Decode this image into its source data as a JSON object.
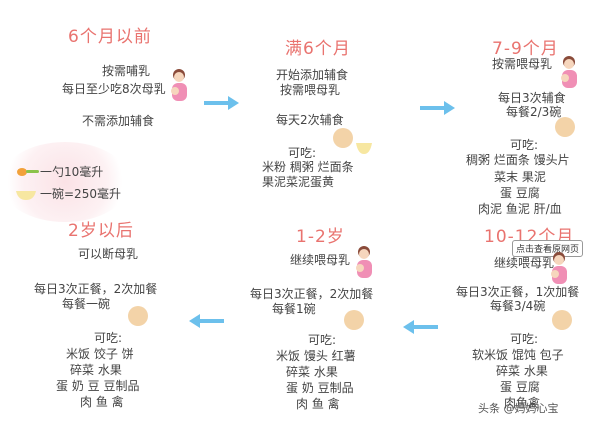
{
  "stages": [
    {
      "title": "6个月以前",
      "lines": [
        "按需哺乳",
        "每日至少吃8次母乳",
        "不需添加辅食"
      ]
    },
    {
      "title": "满6个月",
      "lines": [
        "开始添加辅食",
        "按需喂母乳",
        "每天2次辅食",
        "可吃:",
        "米粉 稠粥 烂面条",
        "果泥菜泥蛋黄"
      ]
    },
    {
      "title": "7-9个月",
      "lines": [
        "按需喂母乳",
        "每日3次辅食",
        "每餐2/3碗",
        "可吃:",
        "稠粥 烂面条 馒头片",
        "菜末 果泥",
        "蛋 豆腐",
        "肉泥 鱼泥 肝/血"
      ]
    },
    {
      "title": "10-12个月",
      "lines": [
        "继续喂母乳",
        "每日3次正餐，1次加餐",
        "每餐3/4碗",
        "可吃:",
        "软米饭 馄饨 包子",
        "碎菜 水果",
        "蛋 豆腐",
        "肉鱼禽"
      ]
    },
    {
      "title": "1-2岁",
      "lines": [
        "继续喂母乳",
        "每日3次正餐，2次加餐",
        "每餐1碗",
        "可吃:",
        "米饭 馒头 红薯",
        "碎菜 水果",
        "蛋 奶 豆制品",
        "肉 鱼 禽"
      ]
    },
    {
      "title": "2岁以后",
      "lines": [
        "可以断母乳",
        "每日3次正餐，2次加餐",
        "每餐一碗",
        "可吃:",
        "米饭 饺子 饼",
        "碎菜 水果",
        "蛋 奶 豆 豆制品",
        "肉 鱼 禽"
      ]
    }
  ],
  "legend": {
    "spoon": "一勺10毫升",
    "bowl": "一碗=250毫升"
  },
  "tooltip": "点击查看原网页",
  "watermark": "头条 @妈妈心宝",
  "colors": {
    "title": "#e9736f",
    "arrow": "#6cc0ec",
    "text": "#444444"
  }
}
